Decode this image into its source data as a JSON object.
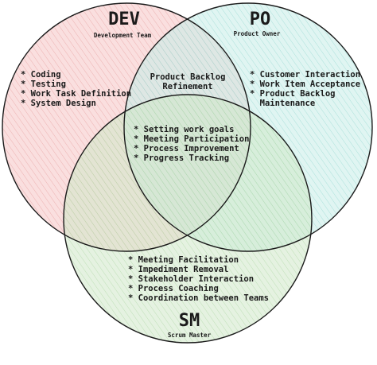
{
  "colors": {
    "dev_fill": "#f6c4c4",
    "po_fill": "#c6ece8",
    "sm_fill": "#cfe8c9",
    "stroke": "#1a1a1a"
  },
  "dev": {
    "title": "DEV",
    "subtitle": "Development Team",
    "items": [
      "* Coding",
      "* Testing",
      "* Work Task Definition",
      "* System Design"
    ]
  },
  "po": {
    "title": "PO",
    "subtitle": "Product Owner",
    "items": [
      "* Customer Interaction",
      "* Work Item Acceptance",
      "* Product Backlog",
      "  Maintenance"
    ]
  },
  "sm": {
    "title": "SM",
    "subtitle": "Scrum Master",
    "items": [
      "* Meeting Facilitation",
      "* Impediment Removal",
      "* Stakeholder Interaction",
      "* Process Coaching",
      "* Coordination between Teams"
    ]
  },
  "dev_po": {
    "lines": [
      "Product Backlog",
      "Refinement"
    ]
  },
  "center": {
    "items": [
      "* Setting work goals",
      "* Meeting Participation",
      "* Process Improvement",
      "* Progress Tracking"
    ]
  }
}
